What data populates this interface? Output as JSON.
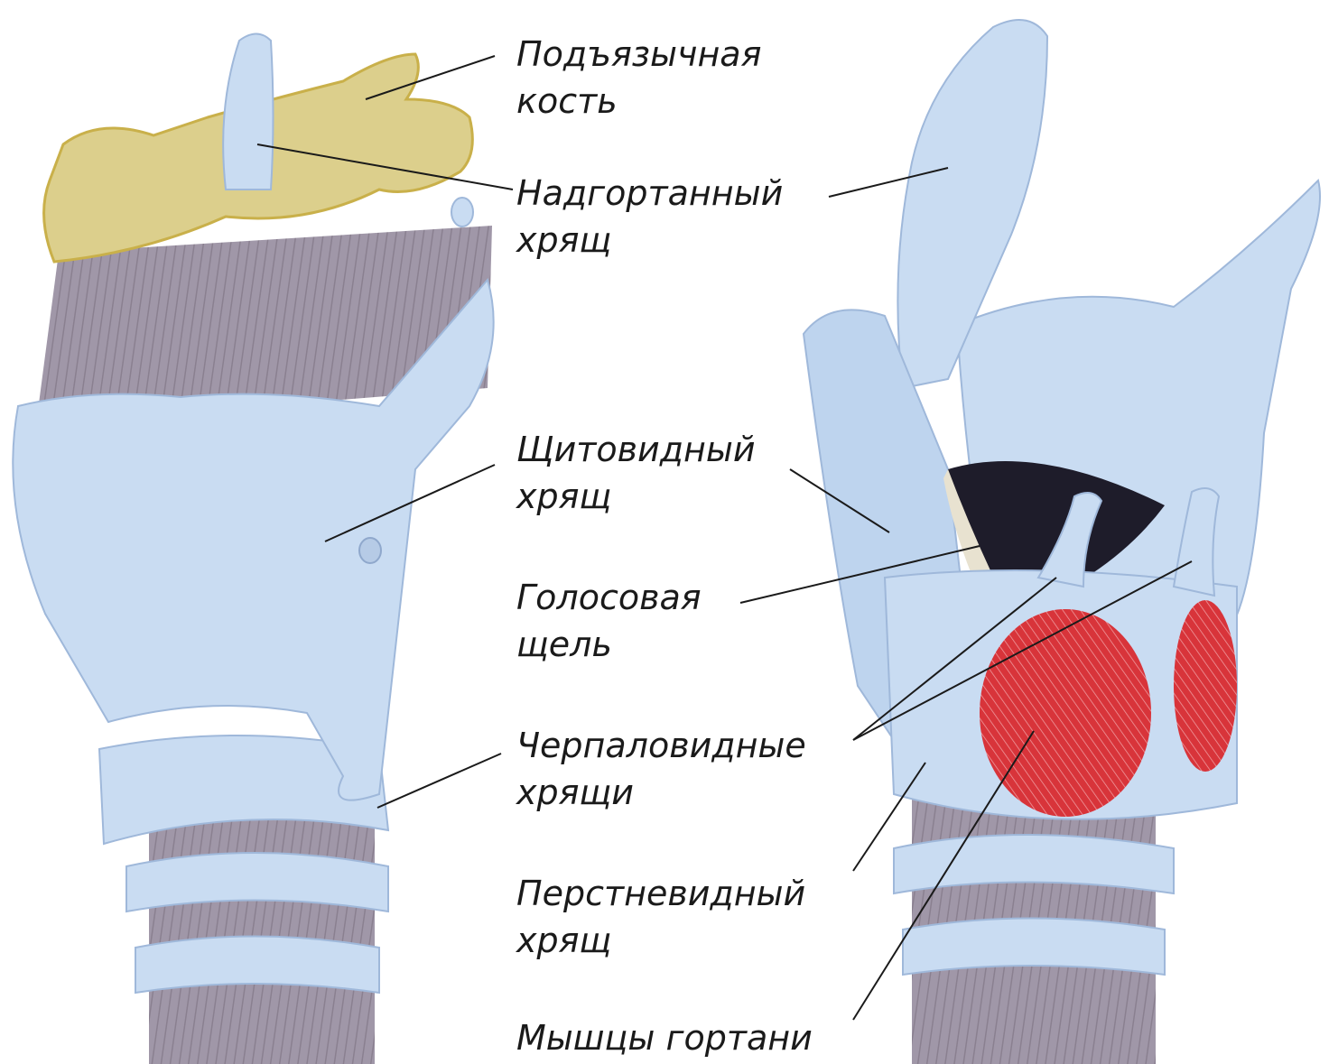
{
  "labels": [
    {
      "id": "hyoid",
      "lines": [
        "Подъязычная",
        "кость"
      ]
    },
    {
      "id": "epiglottis",
      "lines": [
        "Надгортанный",
        "хрящ"
      ]
    },
    {
      "id": "thyroid",
      "lines": [
        "Щитовидный",
        "хрящ"
      ]
    },
    {
      "id": "glottis",
      "lines": [
        "Голосовая",
        "щель"
      ]
    },
    {
      "id": "arytenoid",
      "lines": [
        "Черпаловидные",
        "хрящи"
      ]
    },
    {
      "id": "cricoid",
      "lines": [
        "Перстневидный",
        "хрящ"
      ]
    },
    {
      "id": "muscles",
      "lines": [
        "Мышцы гортани"
      ]
    }
  ],
  "colors": {
    "cartilage": "#c9dcf2",
    "cartilage_shadow": "#9fb8da",
    "bone": "#dccf8c",
    "bone_edge": "#c9b04a",
    "membrane": "#9a8f9e",
    "muscle": "#d8343a",
    "glottis_dark": "#1e1c2a",
    "leader": "#1a1a1a"
  }
}
